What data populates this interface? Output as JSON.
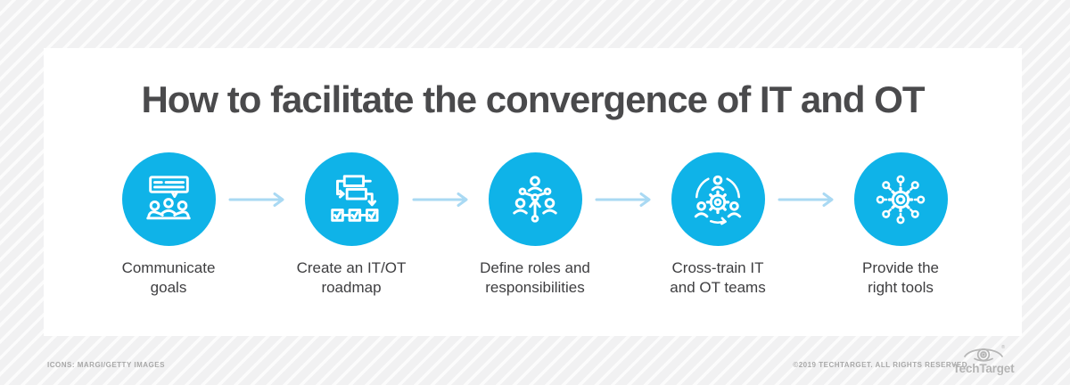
{
  "header": {
    "title": "How to facilitate the convergence of IT and OT"
  },
  "steps": [
    {
      "icon": "communicate-goals-icon",
      "label_line1": "Communicate",
      "label_line2": "goals"
    },
    {
      "icon": "itot-roadmap-icon",
      "label_line1": "Create an IT/OT",
      "label_line2": "roadmap"
    },
    {
      "icon": "roles-network-icon",
      "label_line1": "Define roles and",
      "label_line2": "responsibilities"
    },
    {
      "icon": "cross-train-teams-icon",
      "label_line1": "Cross-train IT",
      "label_line2": "and OT teams"
    },
    {
      "icon": "provide-tools-icon",
      "label_line1": "Provide the",
      "label_line2": "right tools"
    }
  ],
  "footer": {
    "icons_credit": "ICONS: MARGI/GETTY IMAGES",
    "copyright": "©2019 TECHTARGET. ALL RIGHTS RESERVED",
    "brand_name": "TechTarget"
  },
  "colors": {
    "accent_blue": "#0fb3e8",
    "arrow_blue": "#a9d9f3",
    "title_gray": "#4a4a4c",
    "label_gray": "#3e3e40",
    "footer_gray": "#a8a8a8"
  }
}
